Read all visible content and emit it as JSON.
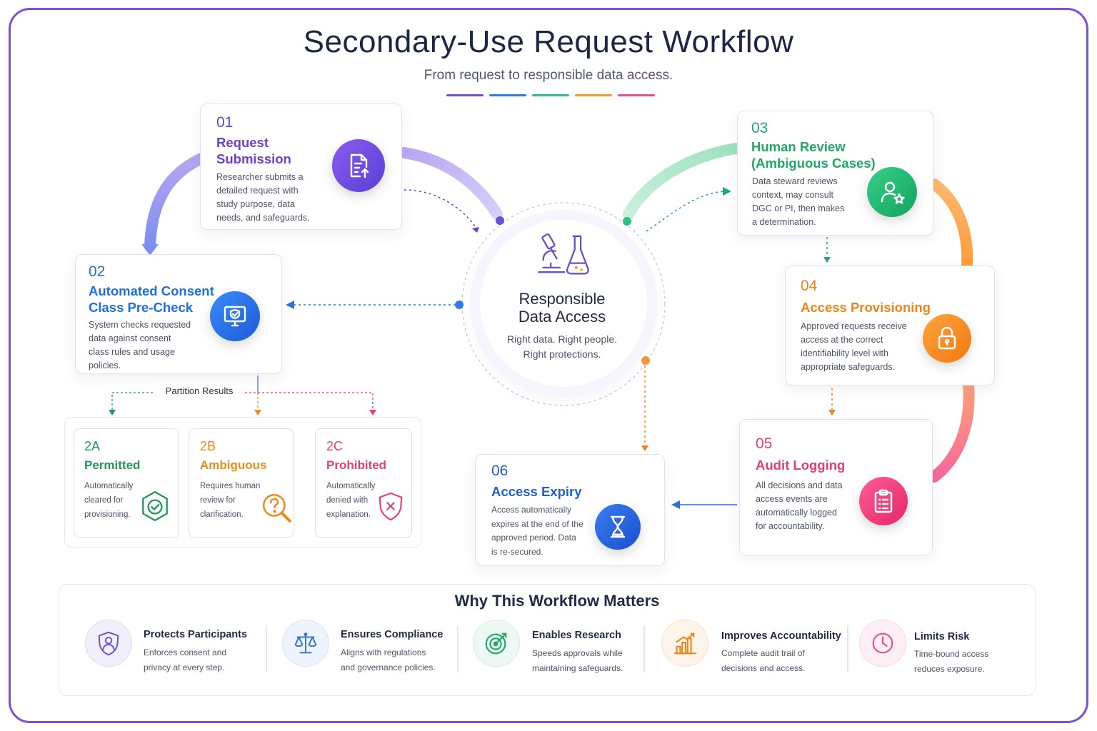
{
  "title": "Secondary-Use Request Workflow",
  "subtitle": "From request to responsible data access.",
  "accent_colors": [
    "#7a4fd8",
    "#2f7be8",
    "#2fbf80",
    "#f59a2e",
    "#ec4f8b"
  ],
  "center": {
    "title_line1": "Responsible",
    "title_line2": "Data Access",
    "desc_line1": "Right data. Right people.",
    "desc_line2": "Right protections.",
    "icon": "microscope-flask-icon"
  },
  "steps": [
    {
      "num": "01",
      "title_lines": [
        "Request",
        "Submission"
      ],
      "desc_lines": [
        "Researcher submits a",
        "detailed request with",
        "study purpose, data",
        "needs, and safeguards."
      ],
      "icon": "document-upload-icon",
      "color": "#7a4fd8"
    },
    {
      "num": "02",
      "title_lines": [
        "Automated Consent",
        "Class Pre-Check"
      ],
      "desc_lines": [
        "System checks requested",
        "data against consent",
        "class rules and usage",
        "policies."
      ],
      "icon": "monitor-shield-icon",
      "color": "#1f6fe0"
    },
    {
      "num": "03",
      "title_lines": [
        "Human Review",
        "(Ambiguous Cases)"
      ],
      "desc_lines": [
        "Data steward reviews",
        "context, may consult",
        "DGC or PI, then makes",
        "a determination."
      ],
      "icon": "user-star-icon",
      "color": "#1fa866"
    },
    {
      "num": "04",
      "title_lines": [
        "Access Provisioning"
      ],
      "desc_lines": [
        "Approved requests receive",
        "access at the correct",
        "identifiability level with",
        "appropriate safeguards."
      ],
      "icon": "padlock-icon",
      "color": "#f0821a"
    },
    {
      "num": "05",
      "title_lines": [
        "Audit Logging"
      ],
      "desc_lines": [
        "All decisions and data",
        "access events are",
        "automatically logged",
        "for accountability."
      ],
      "icon": "clipboard-list-icon",
      "color": "#e83d7a"
    },
    {
      "num": "06",
      "title_lines": [
        "Access Expiry"
      ],
      "desc_lines": [
        "Access automatically",
        "expires at the end of the",
        "approved period. Data",
        "is re-secured."
      ],
      "icon": "hourglass-icon",
      "color": "#1f5fd6"
    }
  ],
  "partition_label": "Partition Results",
  "partitions": [
    {
      "num": "2A",
      "title": "Permitted",
      "desc_lines": [
        "Automatically",
        "cleared for",
        "provisioning."
      ],
      "icon": "hexagon-check-icon",
      "color": "#1e9a52"
    },
    {
      "num": "2B",
      "title": "Ambiguous",
      "desc_lines": [
        "Requires human",
        "review for",
        "clarification."
      ],
      "icon": "magnifier-question-icon",
      "color": "#ef8a18"
    },
    {
      "num": "2C",
      "title": "Prohibited",
      "desc_lines": [
        "Automatically",
        "denied with",
        "explanation."
      ],
      "icon": "shield-x-icon",
      "color": "#e63e6d"
    }
  ],
  "why": {
    "title": "Why This Workflow Matters",
    "items": [
      {
        "title": "Protects Participants",
        "desc_lines": [
          "Enforces consent and",
          "privacy at every step."
        ],
        "icon": "shield-person-icon",
        "color": "#6a4fc8"
      },
      {
        "title": "Ensures Compliance",
        "desc_lines": [
          "Aligns with regulations",
          "and governance policies."
        ],
        "icon": "scales-icon",
        "color": "#2f6fd6"
      },
      {
        "title": "Enables Research",
        "desc_lines": [
          "Speeds approvals while",
          "maintaining safeguards."
        ],
        "icon": "target-icon",
        "color": "#1fa866"
      },
      {
        "title": "Improves Accountability",
        "desc_lines": [
          "Complete audit trail of",
          "decisions and access."
        ],
        "icon": "bar-chart-icon",
        "color": "#f0821a"
      },
      {
        "title": "Limits Risk",
        "desc_lines": [
          "Time-bound access",
          "reduces exposure."
        ],
        "icon": "clock-icon",
        "color": "#e64f86"
      }
    ]
  }
}
